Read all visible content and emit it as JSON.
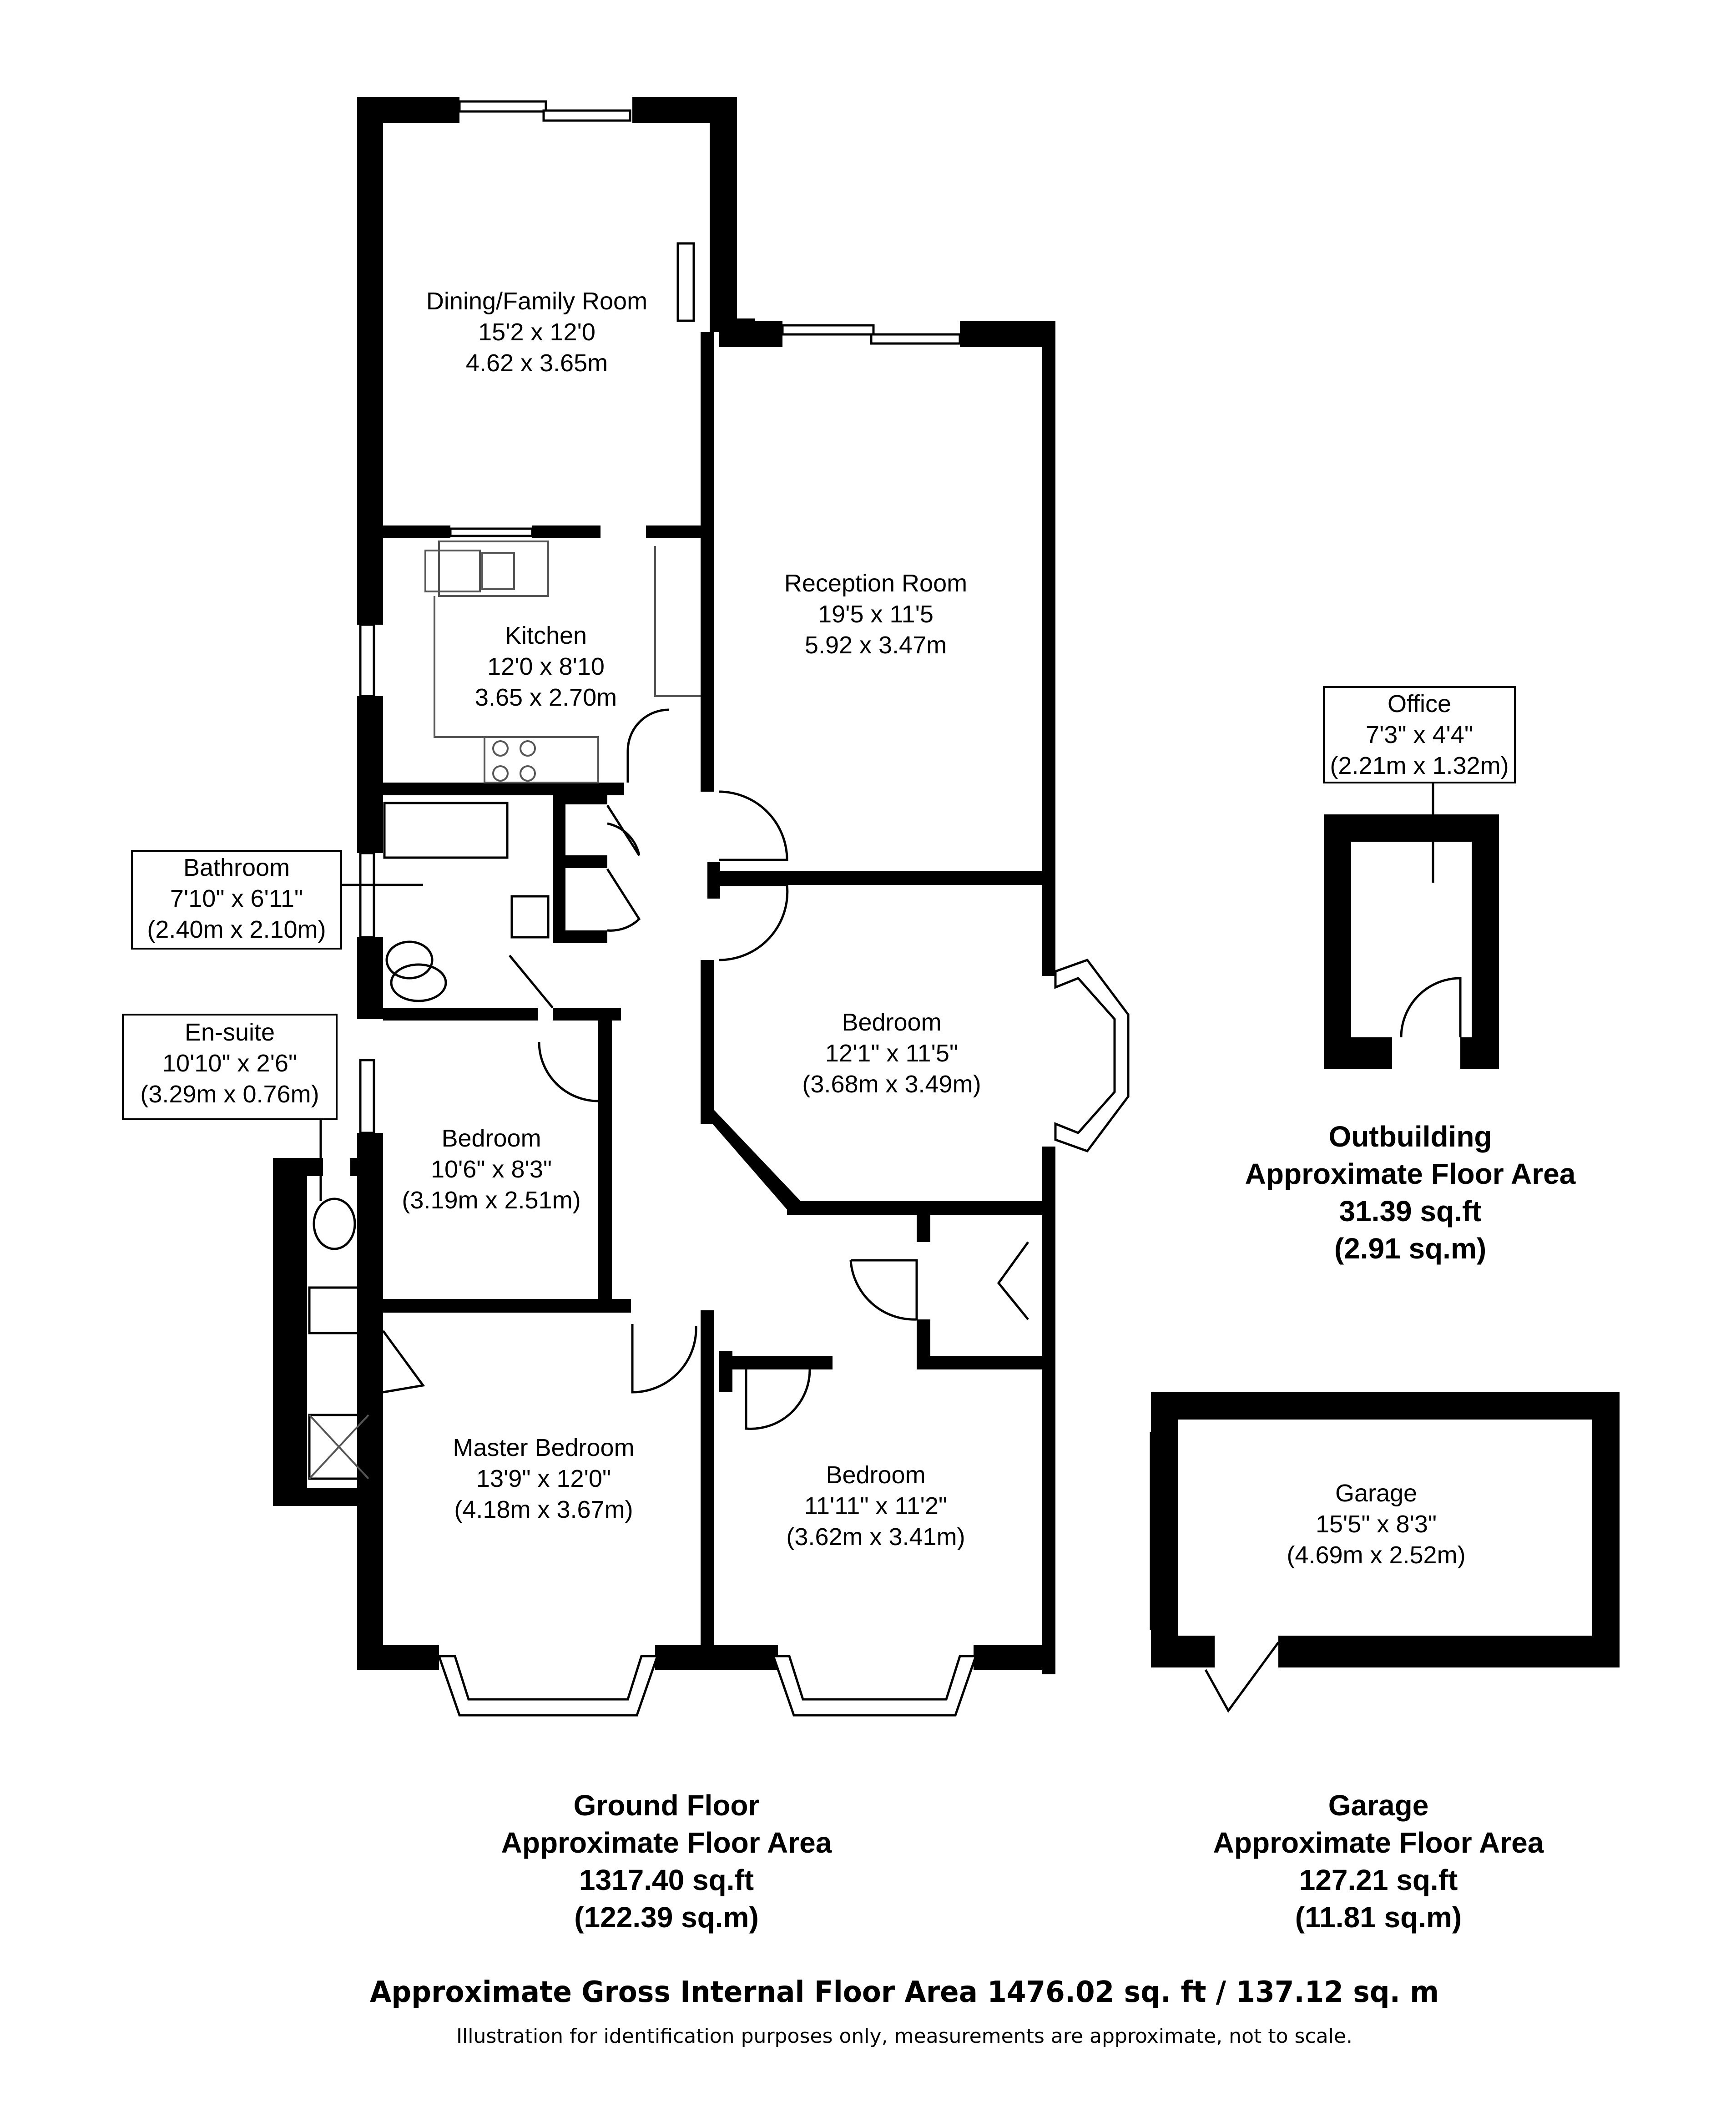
{
  "rooms": {
    "dining": {
      "name": "Dining/Family Room",
      "imperial": "15'2 x 12'0",
      "metric": "4.62 x 3.65m"
    },
    "reception": {
      "name": "Reception Room",
      "imperial": "19'5 x 11'5",
      "metric": "5.92 x 3.47m"
    },
    "kitchen": {
      "name": "Kitchen",
      "imperial": "12'0 x 8'10",
      "metric": "3.65 x 2.70m"
    },
    "bathroom": {
      "name": "Bathroom",
      "imperial": "7'10\" x 6'11\"",
      "metric": "(2.40m x 2.10m)"
    },
    "ensuite": {
      "name": "En-suite",
      "imperial": "10'10\" x 2'6\"",
      "metric": "(3.29m x 0.76m)"
    },
    "bedroom_east": {
      "name": "Bedroom",
      "imperial": "12'1\" x 11'5\"",
      "metric": "(3.68m x 3.49m)"
    },
    "bedroom_west": {
      "name": "Bedroom",
      "imperial": "10'6\" x 8'3\"",
      "metric": "(3.19m x 2.51m)"
    },
    "master": {
      "name": "Master Bedroom",
      "imperial": "13'9\" x 12'0\"",
      "metric": "(4.18m x 3.67m)"
    },
    "bedroom_south": {
      "name": "Bedroom",
      "imperial": "11'11\" x 11'2\"",
      "metric": "(3.62m x 3.41m)"
    },
    "office": {
      "name": "Office",
      "imperial": "7'3\" x 4'4\"",
      "metric": "(2.21m x 1.32m)"
    },
    "garage": {
      "name": "Garage",
      "imperial": "15'5\" x 8'3\"",
      "metric": "(4.69m x 2.52m)"
    }
  },
  "areas": {
    "outbuilding": {
      "title": "Outbuilding",
      "label": "Approximate Floor Area",
      "sqft": "31.39 sq.ft",
      "sqm": "(2.91 sq.m)"
    },
    "ground": {
      "title": "Ground Floor",
      "label": "Approximate Floor Area",
      "sqft": "1317.40 sq.ft",
      "sqm": "(122.39 sq.m)"
    },
    "garage": {
      "title": "Garage",
      "label": "Approximate Floor Area",
      "sqft": "127.21 sq.ft",
      "sqm": "(11.81 sq.m)"
    }
  },
  "footer": {
    "gross": "Approximate Gross Internal Floor Area 1476.02 sq. ft / 137.12 sq. m",
    "disclaimer": "Illustration for identification purposes only, measurements are approximate, not to scale."
  },
  "colors": {
    "wall": "#000000",
    "background": "#ffffff"
  }
}
